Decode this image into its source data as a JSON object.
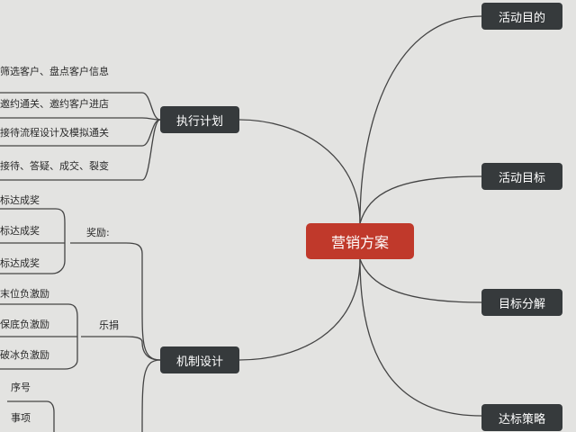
{
  "root": {
    "label": "营销方案"
  },
  "branches": {
    "goal": "活动目的",
    "target": "活动目标",
    "breakdown": "目标分解",
    "strategy": "达标策略",
    "plan": "执行计划",
    "mechanism": "机制设计"
  },
  "plan_items": [
    "筛选客户、盘点客户信息",
    "邀约通关、邀约客户进店",
    "接待流程设计及模拟通关",
    "接待、答疑、成交、裂变"
  ],
  "mechanism": {
    "reward_label": "奖励:",
    "reward_items": [
      "标达成奖",
      "标达成奖",
      "标达成奖"
    ],
    "donation_label": "乐捐",
    "donation_items": [
      "末位负激励",
      "保底负激励",
      "破冰负激励"
    ],
    "table_items": [
      "序号",
      "事项"
    ]
  },
  "colors": {
    "root": "#c0392b",
    "branch": "#363a3c",
    "line": "#444444",
    "background": "#e3e3e1"
  }
}
